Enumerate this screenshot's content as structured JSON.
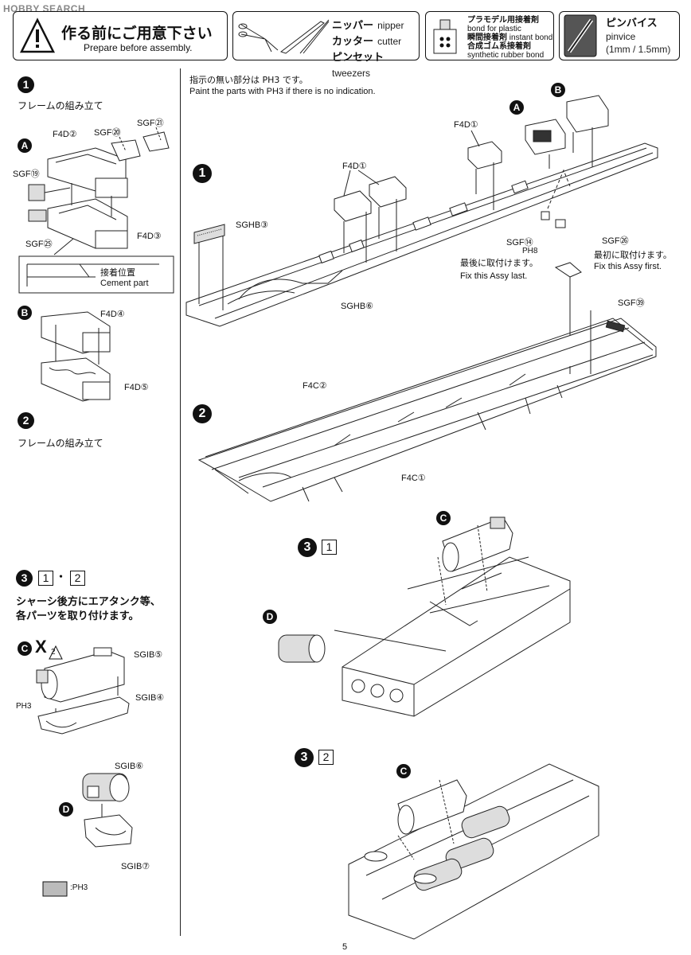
{
  "watermark": "HOBBY SEARCH",
  "header": {
    "title_jp": "作る前にご用意下さい",
    "title_en": "Prepare before assembly.",
    "tools": [
      {
        "jp": "ニッパー",
        "en": "nipper"
      },
      {
        "jp": "カッター",
        "en": "cutter"
      },
      {
        "jp": "ピンセット",
        "en": "tweezers"
      }
    ],
    "bond": [
      {
        "jp": "プラモデル用接着剤",
        "en": "bond for plastic"
      },
      {
        "jp": "瞬間接着剤",
        "en": "instant bond"
      },
      {
        "jp": "合成ゴム系接着剤",
        "en": "synthetic rubber bond"
      }
    ],
    "pinvice": {
      "jp": "ピンバイス",
      "en": "pinvice",
      "size": "(1mm / 1.5mm)"
    }
  },
  "left": {
    "step1": {
      "number": "1",
      "title": "フレームの組み立て",
      "subA": "A",
      "subB": "B",
      "labels": {
        "f4d2": "F4D②",
        "sgf20": "SGF⑳",
        "sgf21": "SGF㉑",
        "sgf19": "SGF⑲",
        "sgf25": "SGF㉕",
        "f4d3": "F4D③",
        "f4d4": "F4D④",
        "f4d5": "F4D⑤"
      },
      "cement_jp": "接着位置",
      "cement_en": "Cement part"
    },
    "step2": {
      "number": "2",
      "title": "フレームの組み立て"
    },
    "step3": {
      "number": "3",
      "sub1": "1",
      "dot": "・",
      "sub2": "2",
      "desc_line1": "シャーシ後方にエアタンク等、",
      "desc_line2": "各パーツを取り付けます。",
      "subC": "C",
      "times": "X",
      "count": "2",
      "subD": "D",
      "labels": {
        "sgib5": "SGIB⑤",
        "sgib4": "SGIB④",
        "ph3": "PH3",
        "sgib6": "SGIB⑥",
        "sgib7": "SGIB⑦"
      },
      "legend": ":PH3"
    }
  },
  "right": {
    "paint_note_jp": "指示の無い部分は PH3 です。",
    "paint_note_en": "Paint the parts with PH3 if there is no indication.",
    "step1": {
      "number": "1",
      "labels": {
        "f4d1_a": "F4D①",
        "f4d1_b": "F4D①",
        "sghb3": "SGHB③",
        "sghb6": "SGHB⑥",
        "sgf14": "SGF⑭",
        "ph8": "PH8",
        "sgf26": "SGF㉖",
        "a": "A",
        "b": "B"
      },
      "last_jp": "最後に取付けます。",
      "last_en": "Fix this Assy last.",
      "first_jp": "最初に取付けます。",
      "first_en": "Fix this Assy first."
    },
    "step2": {
      "number": "2",
      "labels": {
        "f4c2": "F4C②",
        "f4c1": "F4C①",
        "sgf39": "SGF㊴"
      }
    },
    "step3_1": {
      "number": "3",
      "sub": "1",
      "c": "C",
      "d": "D"
    },
    "step3_2": {
      "number": "3",
      "sub": "2",
      "c": "C"
    }
  },
  "page_number": "5"
}
